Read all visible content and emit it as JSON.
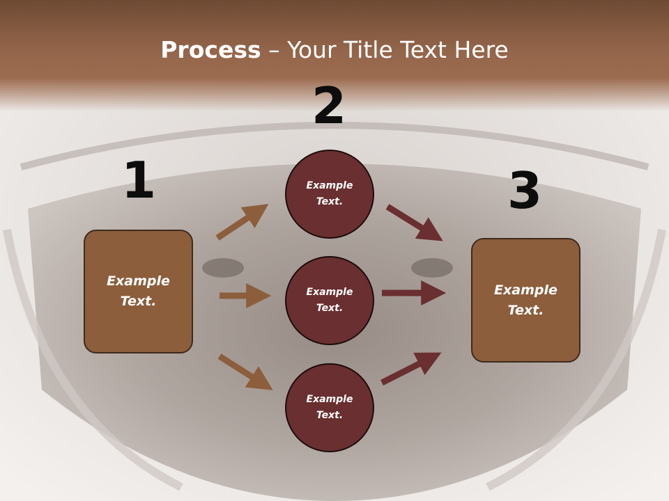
{
  "title": {
    "bold": "Process",
    "rest": " – Your Title Text Here"
  },
  "numbers": [
    "1",
    "2",
    "3"
  ],
  "left_box": {
    "text": "Example\nText."
  },
  "circles": [
    {
      "text": "Example\nText."
    },
    {
      "text": "Example\nText."
    },
    {
      "text": "Example\nText."
    }
  ],
  "right_box": {
    "text": "Example\nText."
  },
  "colors": {
    "title_band": "#93654a",
    "box_fill": "#8c5e3c",
    "circle_fill": "#6a2f30",
    "arrow_left": "#8c5e3c",
    "arrow_right": "#6a2f30"
  }
}
